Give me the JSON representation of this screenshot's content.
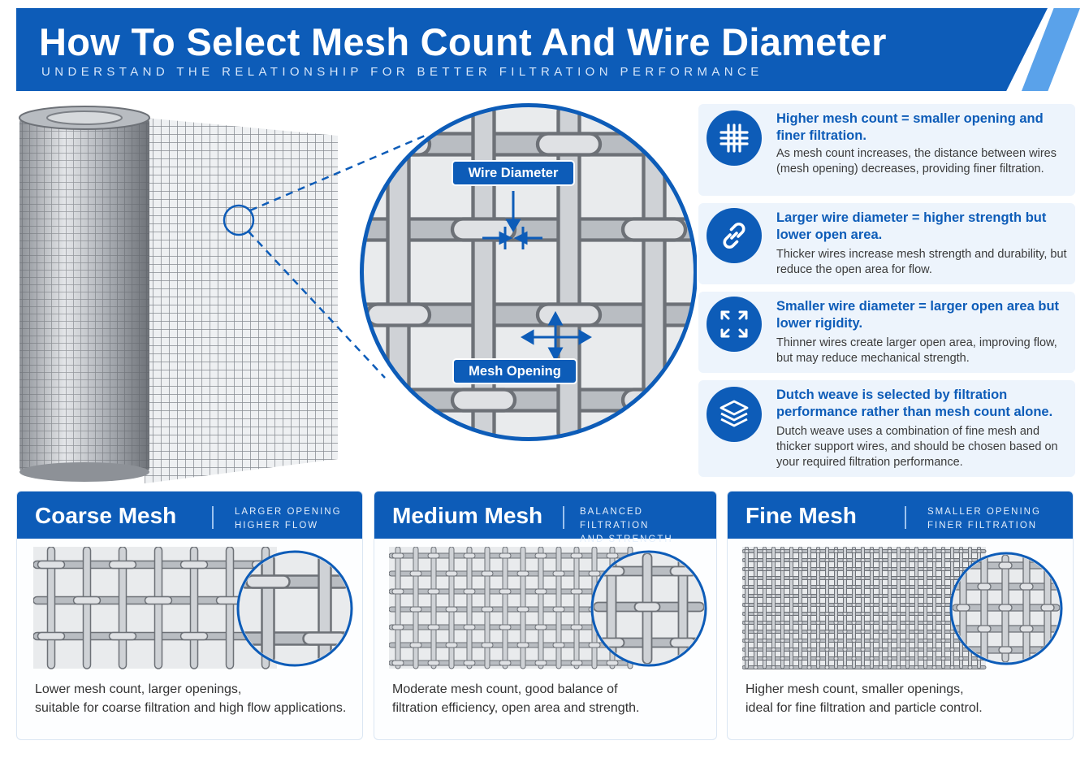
{
  "header": {
    "title": "How To Select Mesh Count And Wire Diameter",
    "subtitle": "UNDERSTAND THE RELATIONSHIP FOR BETTER FILTRATION PERFORMANCE"
  },
  "zoom": {
    "wire_label": "Wire Diameter",
    "opening_label": "Mesh Opening"
  },
  "info_cards": [
    {
      "icon": "grid-icon",
      "title": "Higher mesh count = smaller opening and finer filtration.",
      "desc": "As mesh count increases, the distance between wires (mesh opening) decreases, providing finer filtration."
    },
    {
      "icon": "link-icon",
      "title": "Larger wire diameter = higher strength but lower open area.",
      "desc": "Thicker wires increase mesh strength and durability, but reduce the open area for flow."
    },
    {
      "icon": "expand-arrows-icon",
      "title": "Smaller wire diameter = larger open area but lower rigidity.",
      "desc": "Thinner wires create larger open area, improving flow, but may reduce mechanical strength."
    },
    {
      "icon": "layers-icon",
      "title": "Dutch weave is selected by filtration performance rather than mesh count alone.",
      "desc": "Dutch weave uses a combination of fine mesh and thicker support wires, and should be chosen based on your required filtration performance."
    }
  ],
  "panels": [
    {
      "title": "Coarse Mesh",
      "sub1": "LARGER OPENING",
      "sub2": "HIGHER FLOW",
      "desc1": "Lower mesh count, larger openings,",
      "desc2": "suitable for coarse filtration and high flow applications."
    },
    {
      "title": "Medium Mesh",
      "sub1": "BALANCED FILTRATION",
      "sub2": "AND STRENGTH",
      "desc1": "Moderate mesh count, good balance of",
      "desc2": "filtration efficiency, open area and strength."
    },
    {
      "title": "Fine Mesh",
      "sub1": "SMALLER OPENING",
      "sub2": "FINER FILTRATION",
      "desc1": "Higher mesh count, smaller openings,",
      "desc2": "ideal for fine filtration and particle control."
    }
  ],
  "colors": {
    "brand": "#0d5cb8",
    "accent": "#5aa2ea",
    "card_bg": "#edf4fc"
  }
}
